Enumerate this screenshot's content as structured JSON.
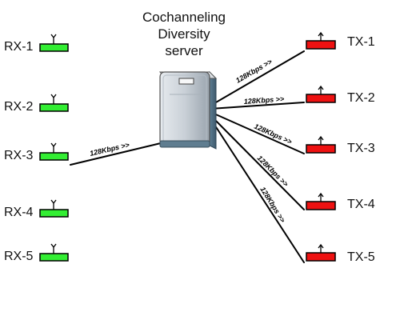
{
  "server": {
    "title_lines": [
      "Cochanneling",
      "Diversity",
      "server"
    ],
    "icon": "server-tower-icon"
  },
  "receivers": [
    {
      "label": "RX-1",
      "color": "#33ee33",
      "icon": "antenna-icon"
    },
    {
      "label": "RX-2",
      "color": "#33ee33",
      "icon": "antenna-icon"
    },
    {
      "label": "RX-3",
      "color": "#33ee33",
      "icon": "antenna-icon"
    },
    {
      "label": "RX-4",
      "color": "#33ee33",
      "icon": "antenna-icon"
    },
    {
      "label": "RX-5",
      "color": "#33ee33",
      "icon": "antenna-icon"
    }
  ],
  "transmitters": [
    {
      "label": "TX-1",
      "color": "#ee1111",
      "icon": "transmit-arrow-icon"
    },
    {
      "label": "TX-2",
      "color": "#ee1111",
      "icon": "transmit-arrow-icon"
    },
    {
      "label": "TX-3",
      "color": "#ee1111",
      "icon": "transmit-arrow-icon"
    },
    {
      "label": "TX-4",
      "color": "#ee1111",
      "icon": "transmit-arrow-icon"
    },
    {
      "label": "TX-5",
      "color": "#ee1111",
      "icon": "transmit-arrow-icon"
    }
  ],
  "links": [
    {
      "label": "128Kbps >>",
      "from": "RX-3",
      "to": "server"
    },
    {
      "label": "128Kbps >>",
      "from": "server",
      "to": "TX-1"
    },
    {
      "label": "128Kbps >>",
      "from": "server",
      "to": "TX-2"
    },
    {
      "label": "128Kbps >>",
      "from": "server",
      "to": "TX-3"
    },
    {
      "label": "128Kbps >>",
      "from": "server",
      "to": "TX-4"
    },
    {
      "label": "128Kbps >>",
      "from": "server",
      "to": "TX-5"
    }
  ]
}
